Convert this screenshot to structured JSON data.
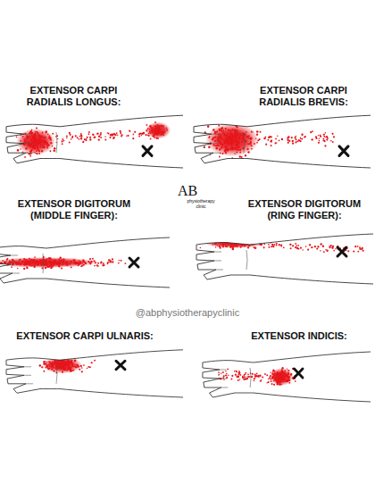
{
  "diagram": {
    "labels": [
      "EXTENSOR CARPI RADIALIS LONGUS:",
      "EXTENSOR CARPI RADIALIS BREVIS:",
      "EXTENSOR DIGITORUM (MIDDLE FINGER):",
      "EXTENSOR DIGITORUM (RING FINGER):",
      "EXTENSOR CARPI ULNARIS:",
      "EXTENSOR INDICIS:",
      "AB",
      "physiotherapy clinic",
      "@abphysiotherapyclinic"
    ]
  }
}
